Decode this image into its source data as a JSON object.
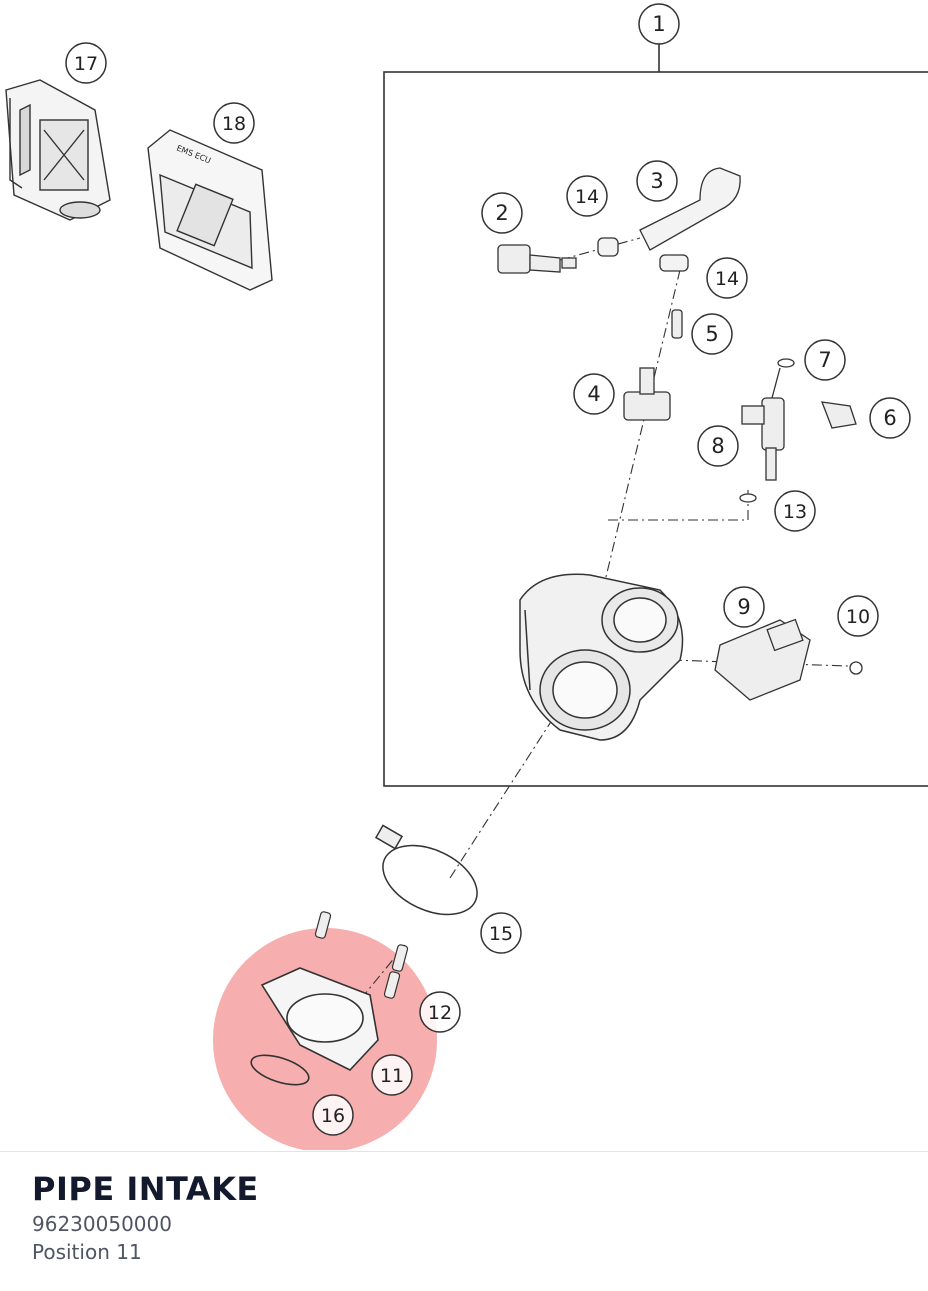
{
  "diagram": {
    "highlight_color": "#f48b8b",
    "callouts": [
      "1",
      "2",
      "3",
      "4",
      "5",
      "6",
      "7",
      "8",
      "9",
      "10",
      "11",
      "12",
      "13",
      "14",
      "14",
      "15",
      "16",
      "17",
      "18"
    ],
    "component_18_label": "EMS ECU"
  },
  "part": {
    "title": "PIPE INTAKE",
    "number": "96230050000",
    "position": "Position 11"
  }
}
